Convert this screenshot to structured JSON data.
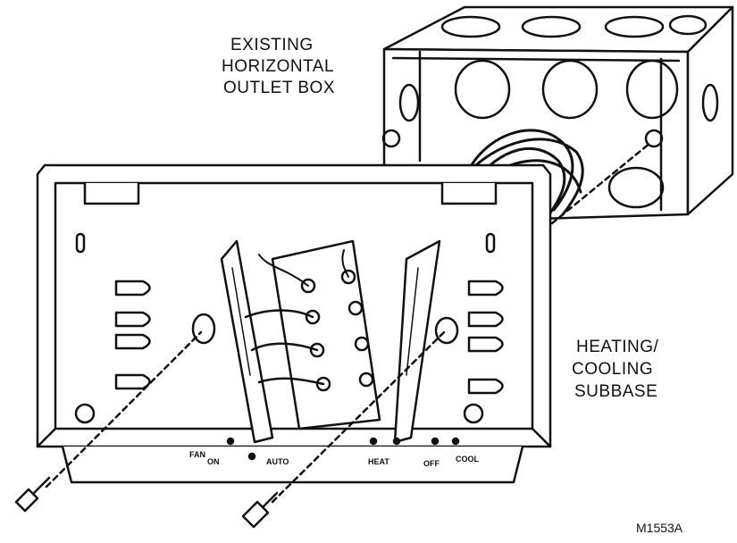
{
  "labels": {
    "outlet_box": [
      "EXISTING",
      "HORIZONTAL",
      "OUTLET BOX"
    ],
    "subbase": [
      "HEATING/",
      "COOLING",
      "SUBBASE"
    ],
    "figure_id": "M1553A"
  },
  "switch_markings": {
    "fan": "FAN",
    "on": "ON",
    "auto": "AUTO",
    "heat": "HEAT",
    "off": "OFF",
    "cool": "COOL"
  }
}
